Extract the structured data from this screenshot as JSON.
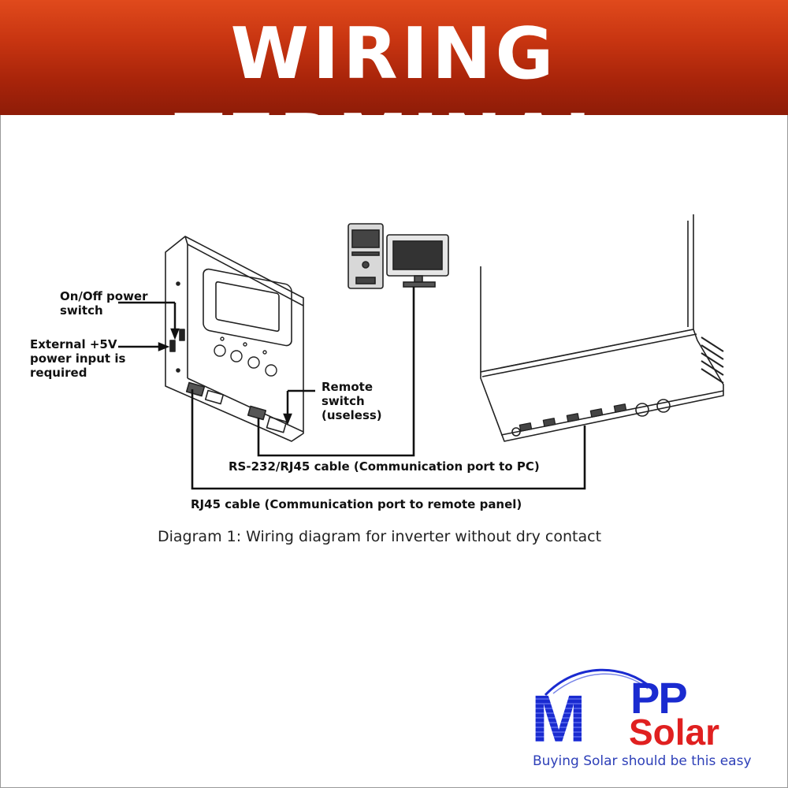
{
  "header": {
    "title": "WIRING TERMINAL",
    "gradient_top": "#e04a1c",
    "gradient_bottom": "#8e1c08"
  },
  "diagram": {
    "labels": {
      "power_switch": "On/Off power\nswitch",
      "external_power": "External +5V\npower input is\nrequired",
      "remote_switch": "Remote\nswitch\n(useless)",
      "rs232_cable": "RS-232/RJ45 cable (Communication port to PC)",
      "rj45_cable": "RJ45 cable (Communication port to remote panel)"
    },
    "caption": "Diagram 1: Wiring diagram for inverter without dry contact",
    "devices": [
      "remote-panel",
      "pc-tower",
      "pc-monitor",
      "inverter"
    ]
  },
  "logo": {
    "letter_m": "M",
    "letters_pp": "PP",
    "word_solar": "Solar",
    "tagline": "Buying Solar should be this easy",
    "blue": "#1a2bd0",
    "red": "#e02020"
  }
}
